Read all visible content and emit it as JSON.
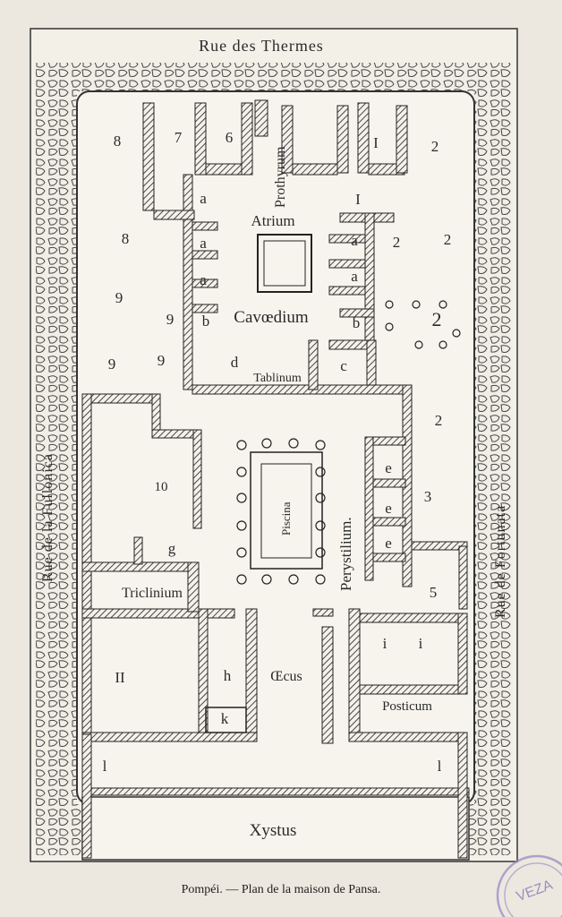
{
  "caption": "Pompéi. — Plan de la maison de Pansa.",
  "streets": {
    "top": "Rue des Thermes",
    "left": "Rue de la Fullonica",
    "right": "Rue de Fortunata"
  },
  "rooms": {
    "prothyrum": "Prothyrum",
    "atrium": "Atrium",
    "cavaedium": "Cavœdium",
    "tablinum": "Tablinum",
    "piscina": "Piscina",
    "perystilium": "Perystilium.",
    "triclinium": "Triclinium",
    "oecus": "Œcus",
    "posticum": "Posticum",
    "xystus": "Xystus"
  },
  "marks": {
    "r8a": "8",
    "r7": "7",
    "r6": "6",
    "rI1": "I",
    "r2a": "2",
    "r8b": "8",
    "ra1": "a",
    "ra2": "a",
    "ra3": "a",
    "rI2": "I",
    "ra4": "a",
    "ra5": "a",
    "r2b": "2",
    "r2c": "2",
    "r9a": "9",
    "r9b": "9",
    "r9c": "9",
    "r9d": "9",
    "rb1": "b",
    "rb2": "b",
    "rd": "d",
    "rc": "c",
    "r2d": "2",
    "r2e": "2",
    "r10": "10",
    "re1": "e",
    "re2": "e",
    "re3": "e",
    "r3": "3",
    "rg": "g",
    "r5": "5",
    "ri1": "i",
    "ri2": "i",
    "r11": "II",
    "rh": "h",
    "rk": "k",
    "rl1": "l",
    "rl2": "l"
  },
  "stamp": "VEZA"
}
